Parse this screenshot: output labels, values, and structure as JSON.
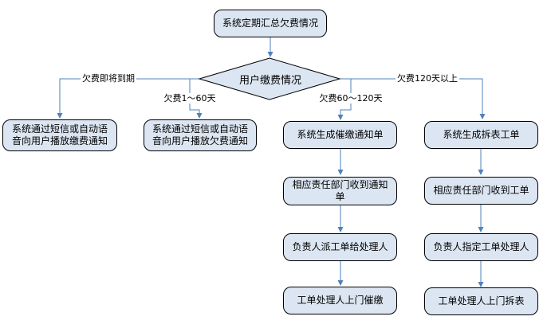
{
  "colors": {
    "node_fill": "#dce6f2",
    "node_border": "#000000",
    "connector": "#4f81bd",
    "text": "#000000",
    "background": "#ffffff"
  },
  "flowchart": {
    "start": {
      "label": "系统定期汇总欠费情况"
    },
    "decision": {
      "label": "用户缴费情况"
    },
    "branches": [
      {
        "condition": "欠费即将到期",
        "steps": [
          "系统通过短信或自动语音向用户播放缴费通知"
        ]
      },
      {
        "condition": "欠费1～60天",
        "steps": [
          "系统通过短信或自动语音向用户播放欠费通知"
        ]
      },
      {
        "condition": "欠费60～120天",
        "steps": [
          "系统生成催缴通知单",
          "相应责任部门收到通知单",
          "负责人派工单给处理人",
          "工单处理人上门催缴"
        ]
      },
      {
        "condition": "欠费120天以上",
        "steps": [
          "系统生成拆表工单",
          "相应责任部门收到工单",
          "负责人指定工单处理人",
          "工单处理人上门拆表"
        ]
      }
    ]
  }
}
